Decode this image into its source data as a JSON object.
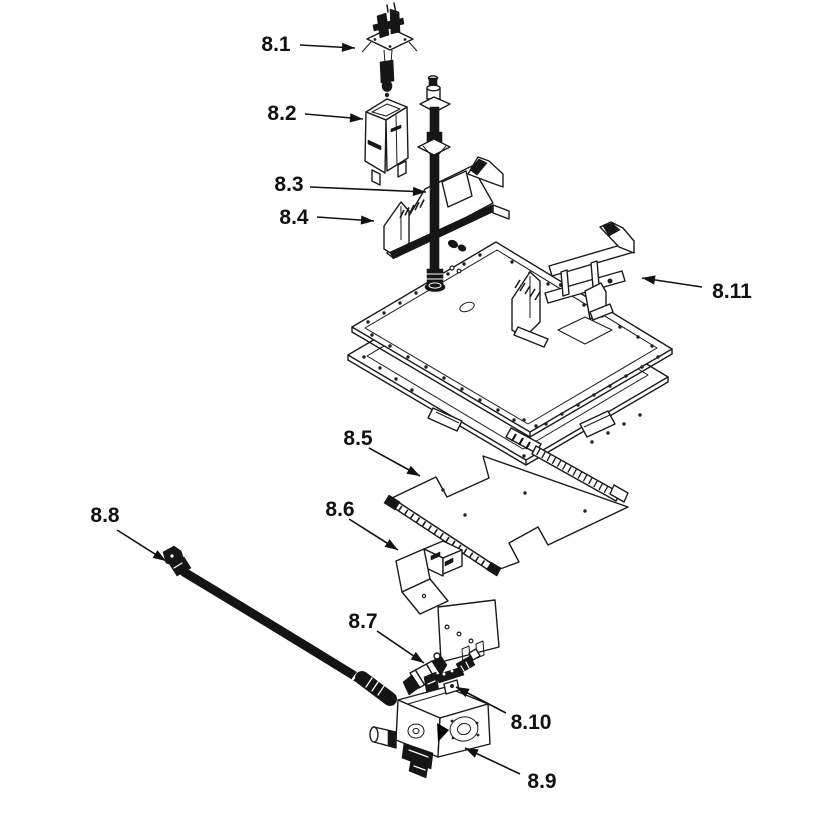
{
  "figure": {
    "background": "#ffffff",
    "line_color": "#1a1a1a",
    "label_color": "#111111"
  },
  "callouts": [
    {
      "label": "8.1",
      "text": [
        276,
        51
      ],
      "line": [
        300,
        45,
        355,
        48
      ]
    },
    {
      "label": "8.2",
      "text": [
        282,
        120
      ],
      "line": [
        305,
        114,
        363,
        119
      ]
    },
    {
      "label": "8.3",
      "text": [
        289,
        191
      ],
      "line": [
        310,
        187,
        426,
        192
      ]
    },
    {
      "label": "8.4",
      "text": [
        294,
        224
      ],
      "line": [
        317,
        217,
        374,
        221
      ]
    },
    {
      "label": "8.5",
      "text": [
        358,
        445
      ],
      "line": [
        369,
        448,
        420,
        476
      ]
    },
    {
      "label": "8.6",
      "text": [
        340,
        516
      ],
      "line": [
        349,
        519,
        398,
        550
      ]
    },
    {
      "label": "8.7",
      "text": [
        363,
        628
      ],
      "line": [
        377,
        631,
        424,
        663
      ]
    },
    {
      "label": "8.8",
      "text": [
        105,
        522
      ],
      "line": [
        117,
        530,
        166,
        561
      ]
    },
    {
      "label": "8.9",
      "text": [
        542,
        788
      ],
      "line": [
        520,
        774,
        465,
        748
      ]
    },
    {
      "label": "8.10",
      "text": [
        531,
        729
      ],
      "line": [
        506,
        713,
        456,
        687
      ]
    },
    {
      "label": "8.11",
      "text": [
        732,
        298
      ],
      "line": [
        702,
        287,
        642,
        278
      ]
    }
  ]
}
